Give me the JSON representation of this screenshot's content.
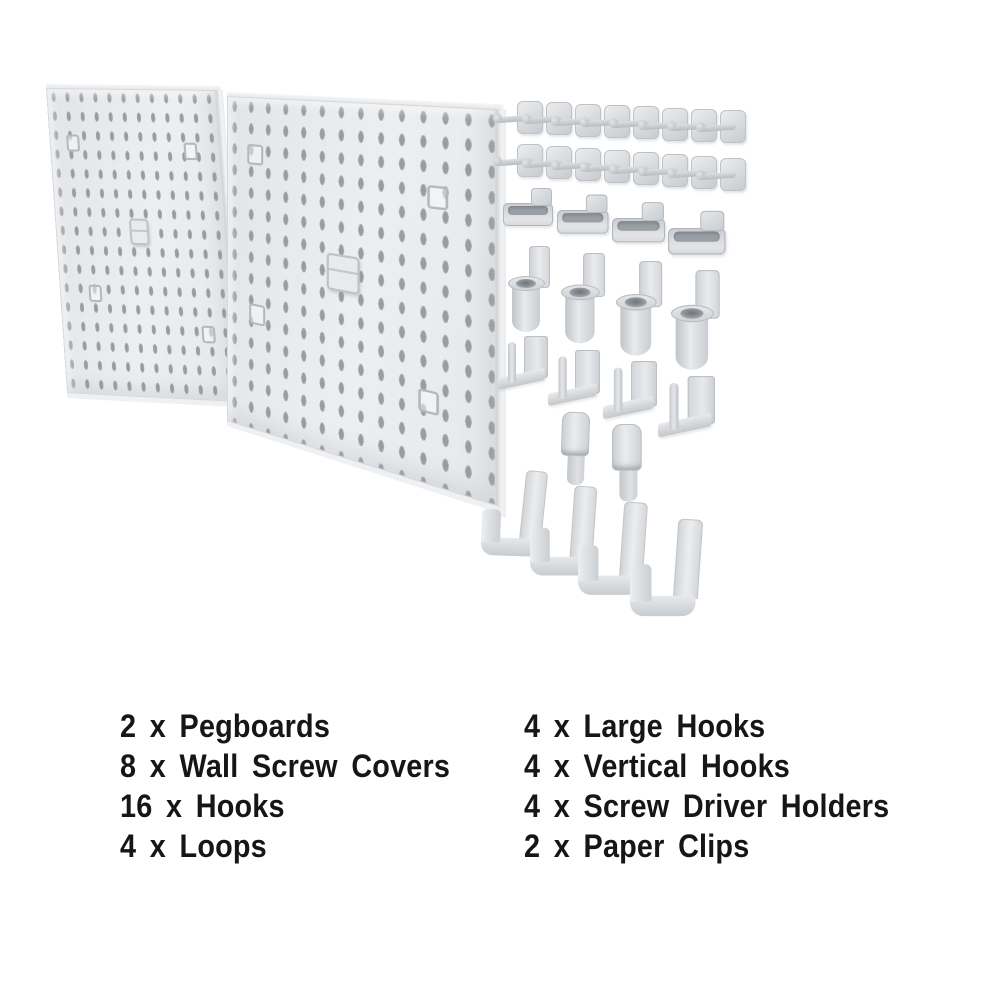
{
  "colors": {
    "background": "#ffffff",
    "text": "#161616",
    "plastic_light": "#e9ebed",
    "plastic_mid": "#d5d8db",
    "plastic_shadow": "#b4b8bd",
    "slot": "#979da3"
  },
  "kit_list": {
    "left": [
      {
        "text": "2 x Pegboards"
      },
      {
        "text": "8 x Wall Screw Covers"
      },
      {
        "text": "16 x Hooks"
      },
      {
        "text": "4 x Loops"
      }
    ],
    "right": [
      {
        "text": "4 x Large Hooks"
      },
      {
        "text": "4 x Vertical Hooks"
      },
      {
        "text": "4 x Screw Driver Holders"
      },
      {
        "text": "2 x Paper Clips"
      }
    ]
  },
  "illustration": {
    "pegboards": 2,
    "hooks": 16,
    "loops": 4,
    "screw_driver_holders": 4,
    "vertical_hooks": 4,
    "paper_clips": 2,
    "large_hooks": 4,
    "wall_screw_covers_per_board": 4
  }
}
